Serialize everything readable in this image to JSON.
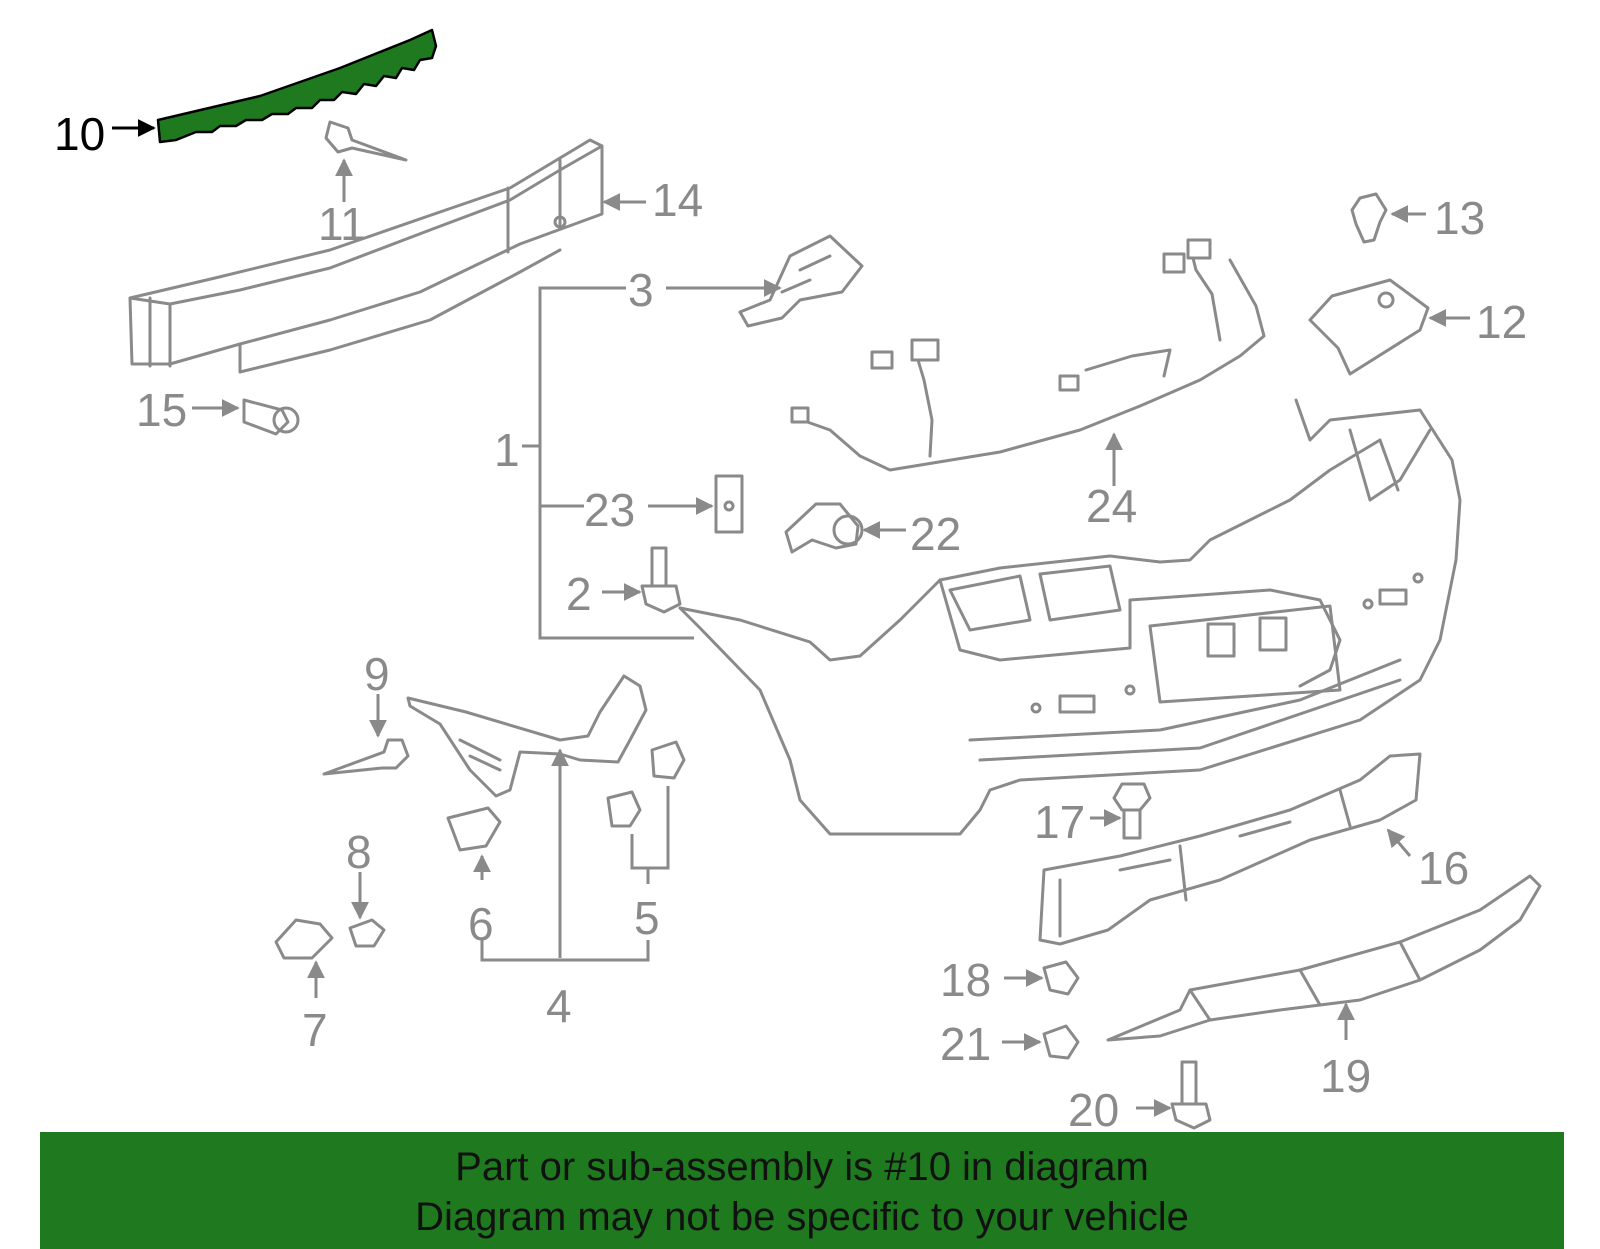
{
  "colors": {
    "highlight_part": "#1f7a1f",
    "banner_background": "#1f7a1f",
    "line_art": "#8a8a8a",
    "highlight_label": "#000000"
  },
  "diagram": {
    "highlighted_part": "10",
    "callouts": {
      "c1": "1",
      "c2": "2",
      "c3": "3",
      "c4": "4",
      "c5": "5",
      "c6": "6",
      "c7": "7",
      "c8": "8",
      "c9": "9",
      "c10": "10",
      "c11": "11",
      "c12": "12",
      "c13": "13",
      "c14": "14",
      "c15": "15",
      "c16": "16",
      "c17": "17",
      "c18": "18",
      "c19": "19",
      "c20": "20",
      "c21": "21",
      "c22": "22",
      "c23": "23",
      "c24": "24"
    }
  },
  "banner": {
    "line1": "Part or sub-assembly is #10 in diagram",
    "line2": "Diagram may not be specific to your vehicle"
  }
}
